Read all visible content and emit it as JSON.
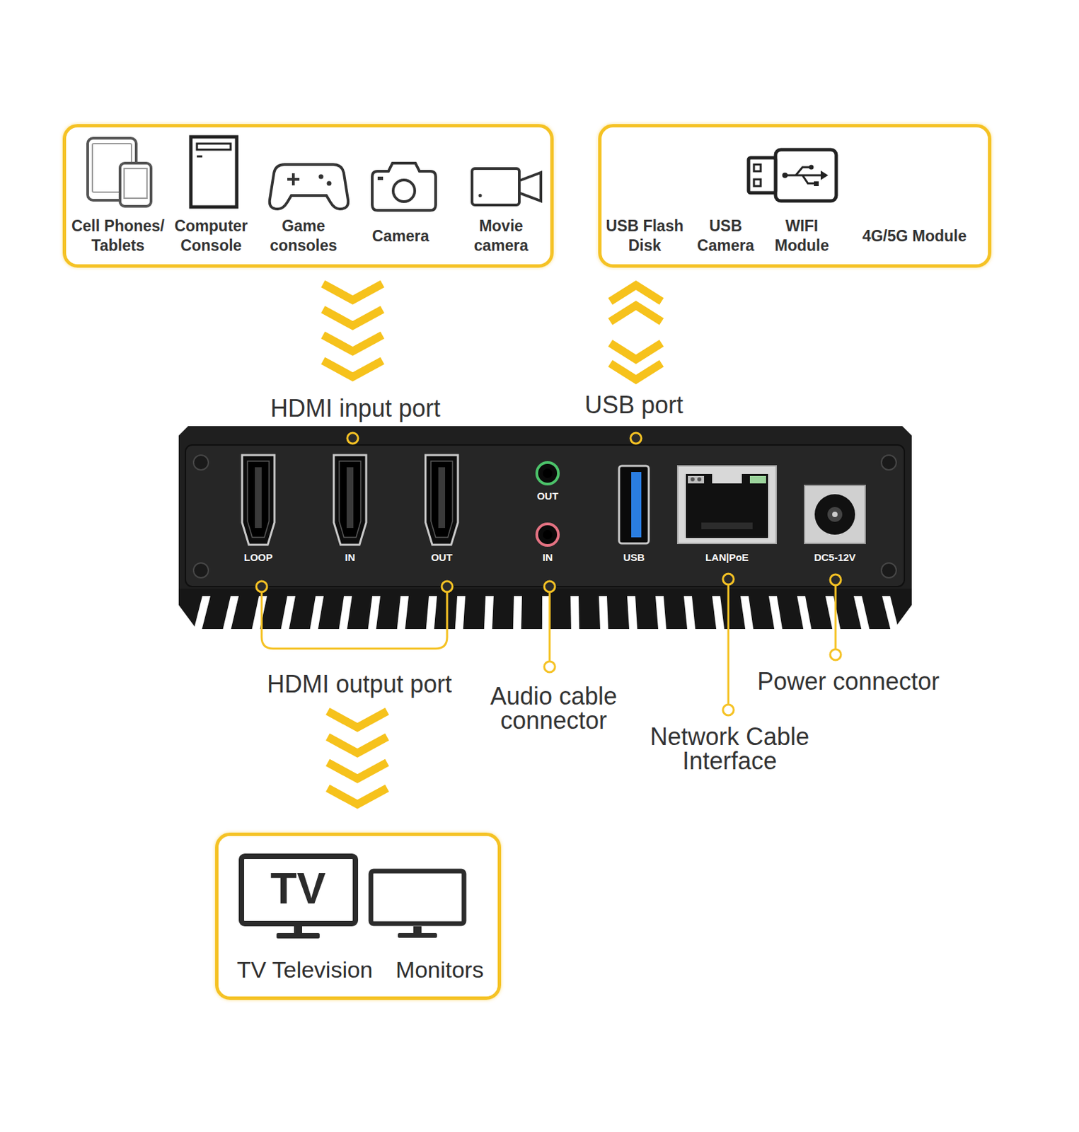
{
  "diagram": {
    "nodes": [
      {
        "text": [
          "Cell Phones/ Tablets",
          "Computer Console",
          "Game consoles",
          "Camera",
          "Movie camera"
        ]
      },
      {
        "text": [
          "USB Flash Disk",
          "USB Camera",
          "WIFI Module",
          "4G/5G Module"
        ]
      },
      {
        "text": [
          "LOOP",
          "IN",
          "OUT",
          "OUT",
          "IN",
          "USB",
          "LAN|PoE",
          "DC5-12V"
        ]
      },
      {
        "text": [
          "TV Television",
          "Monitors"
        ]
      }
    ],
    "edges": [
      {
        "from": 0,
        "to": 2,
        "label": "HDMI input port",
        "arrow": "to"
      },
      {
        "from": 1,
        "to": 2,
        "label": "USB port",
        "arrow": "both"
      },
      {
        "from": 2,
        "to": 3,
        "label": "HDMI output port",
        "arrow": "to"
      }
    ],
    "labels": [
      "TV",
      "Audio cable connector",
      "Network Cable Interface",
      "Power connector"
    ]
  }
}
